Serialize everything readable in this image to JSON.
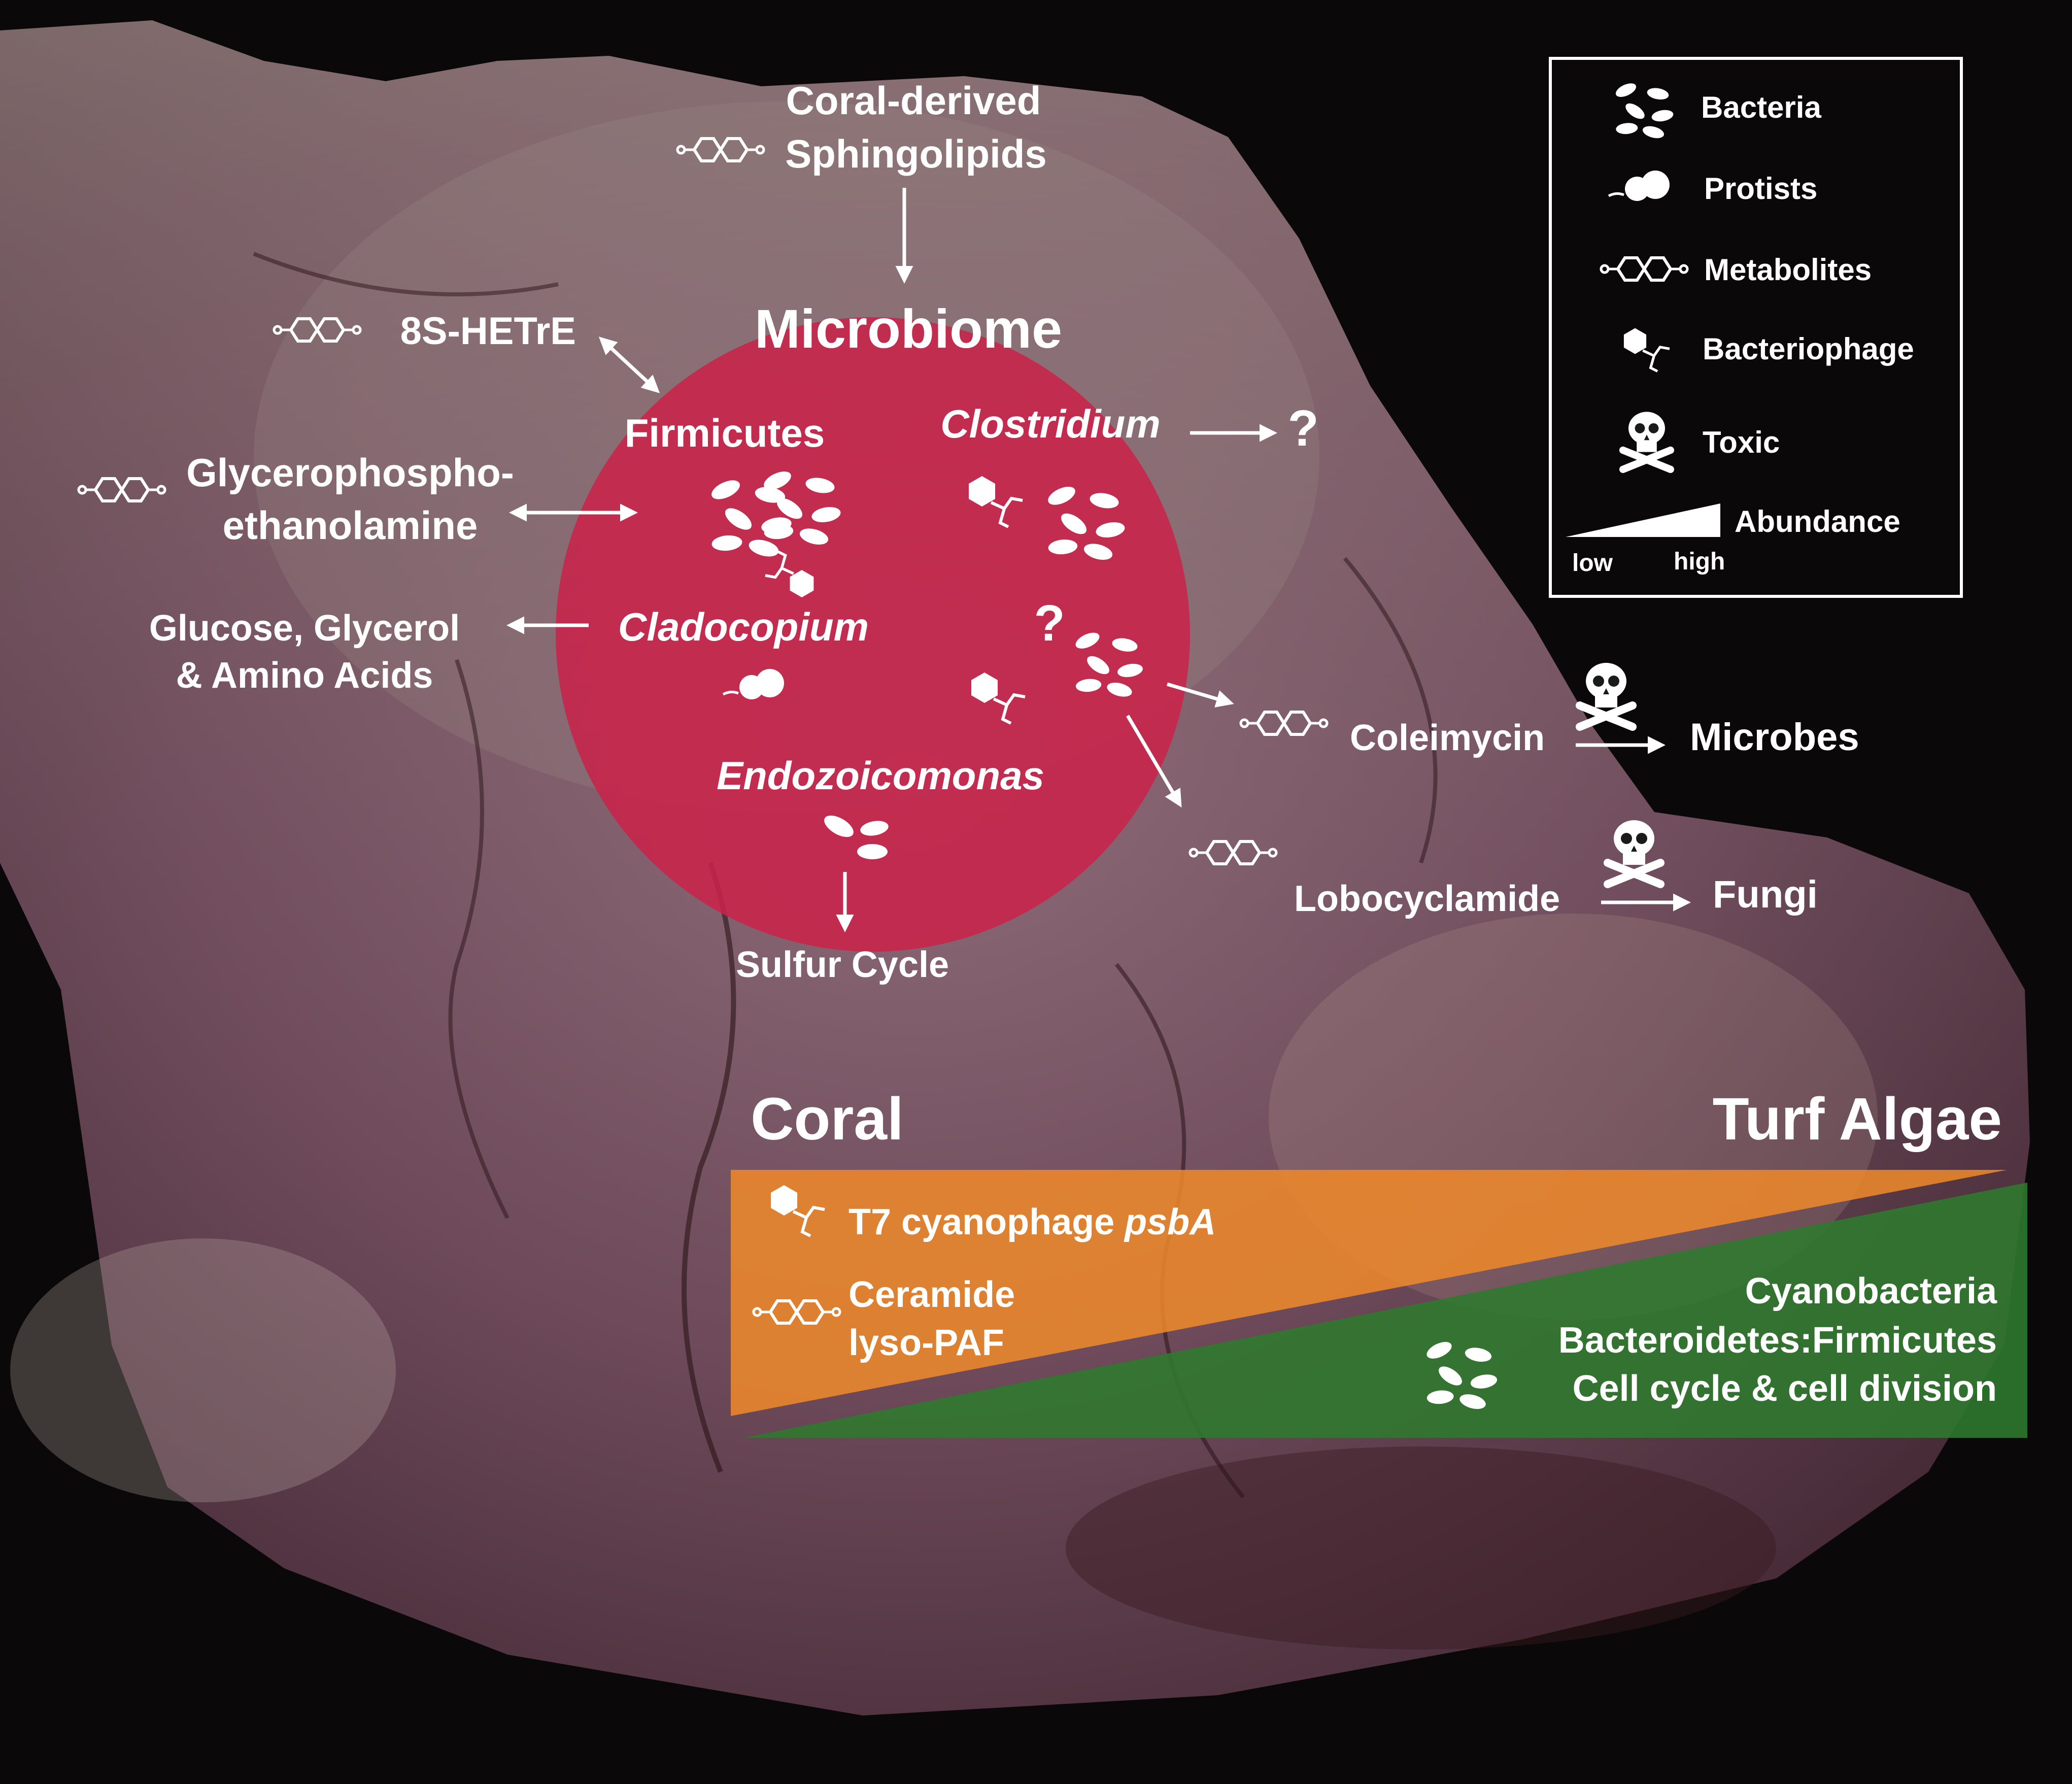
{
  "colors": {
    "background": "#0a0808",
    "coral_surface": "#6e4a5a",
    "microbiome_circle": "#c8234a",
    "orange_wedge": "#f08a2a",
    "green_wedge": "#2f7a2f",
    "text": "#ffffff",
    "legend_border": "#ffffff"
  },
  "microbiome": {
    "title": "Microbiome",
    "taxa": {
      "firmicutes": "Firmicutes",
      "clostridium": "Clostridium",
      "cladocopium": "Cladocopium",
      "endozoicomonas": "Endozoicomonas"
    },
    "unknown_marks": [
      "?",
      "?"
    ]
  },
  "metabolites": {
    "sphingolipids_line1": "Coral-derived",
    "sphingolipids_line2": "Sphingolipids",
    "hetre": "8S-HETrE",
    "glycero_line1": "Glycerophospho-",
    "glycero_line2": "ethanolamine",
    "glucose_line1": "Glucose, Glycerol",
    "glucose_line2": "& Amino Acids",
    "sulfur": "Sulfur Cycle",
    "coleimycin": "Coleimycin",
    "microbes": "Microbes",
    "lobocyclamide": "Lobocyclamide",
    "fungi": "Fungi"
  },
  "legend": {
    "items": [
      {
        "icon": "bacteria-icon",
        "label": "Bacteria"
      },
      {
        "icon": "protists-icon",
        "label": "Protists"
      },
      {
        "icon": "metabolites-icon",
        "label": "Metabolites"
      },
      {
        "icon": "bacteriophage-icon",
        "label": "Bacteriophage"
      },
      {
        "icon": "toxic-icon",
        "label": "Toxic"
      }
    ],
    "abundance_label": "Abundance",
    "low": "low",
    "high": "high"
  },
  "gradient": {
    "coral_label": "Coral",
    "turf_label": "Turf Algae",
    "coral_items": {
      "phage_prefix": "T7 cyanophage ",
      "phage_gene": "psbA",
      "lipid_line1": "Ceramide",
      "lipid_line2": "lyso-PAF"
    },
    "turf_items": {
      "line1": "Cyanobacteria",
      "line2": "Bacteroidetes:Firmicutes",
      "line3": "Cell cycle & cell division"
    }
  }
}
